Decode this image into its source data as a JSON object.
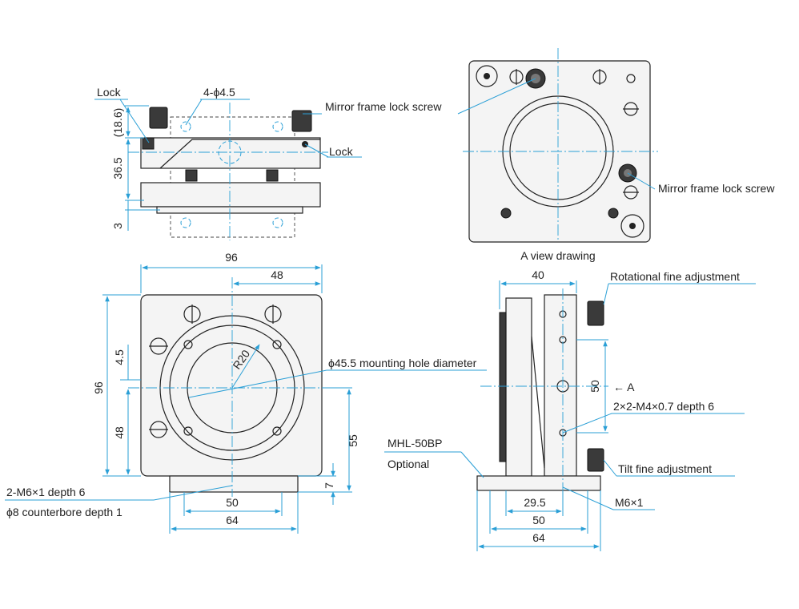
{
  "side_view": {
    "lock_left": "Lock",
    "hole_spec": "4-ϕ4.5",
    "mirror_lock_screw": "Mirror frame lock screw",
    "lock_right": "Lock",
    "dim_18_6": "(18.6)",
    "dim_36_5": "36.5",
    "dim_3": "3"
  },
  "a_view": {
    "caption": "A view drawing",
    "mirror_lock_screw": "Mirror frame lock screw"
  },
  "front_view": {
    "dim_96_width": "96",
    "dim_48_top": "48",
    "dim_96_height": "96",
    "dim_4_5": "4.5",
    "dim_48_left": "48",
    "radius": "R20",
    "mount_hole": "ϕ45.5 mounting hole diameter",
    "dim_55": "55",
    "dim_7": "7",
    "dim_50": "50",
    "dim_64": "64",
    "bottom_note_1": "2-M6×1 depth 6",
    "bottom_note_2": "ϕ8 counterbore depth 1"
  },
  "right_view": {
    "dim_40": "40",
    "rotational": "Rotational fine adjustment",
    "arrow_a": "← A",
    "dim_50_v": "50",
    "tap_spec": "2×2-M4×0.7 depth 6",
    "mhl": "MHL-50BP",
    "optional": "Optional",
    "tilt": "Tilt fine adjustment",
    "dim_29_5": "29.5",
    "m6": "M6×1",
    "dim_50_h": "50",
    "dim_64_h": "64"
  },
  "colors": {
    "dimension_line": "#2a9fd6",
    "outline": "#222222"
  }
}
